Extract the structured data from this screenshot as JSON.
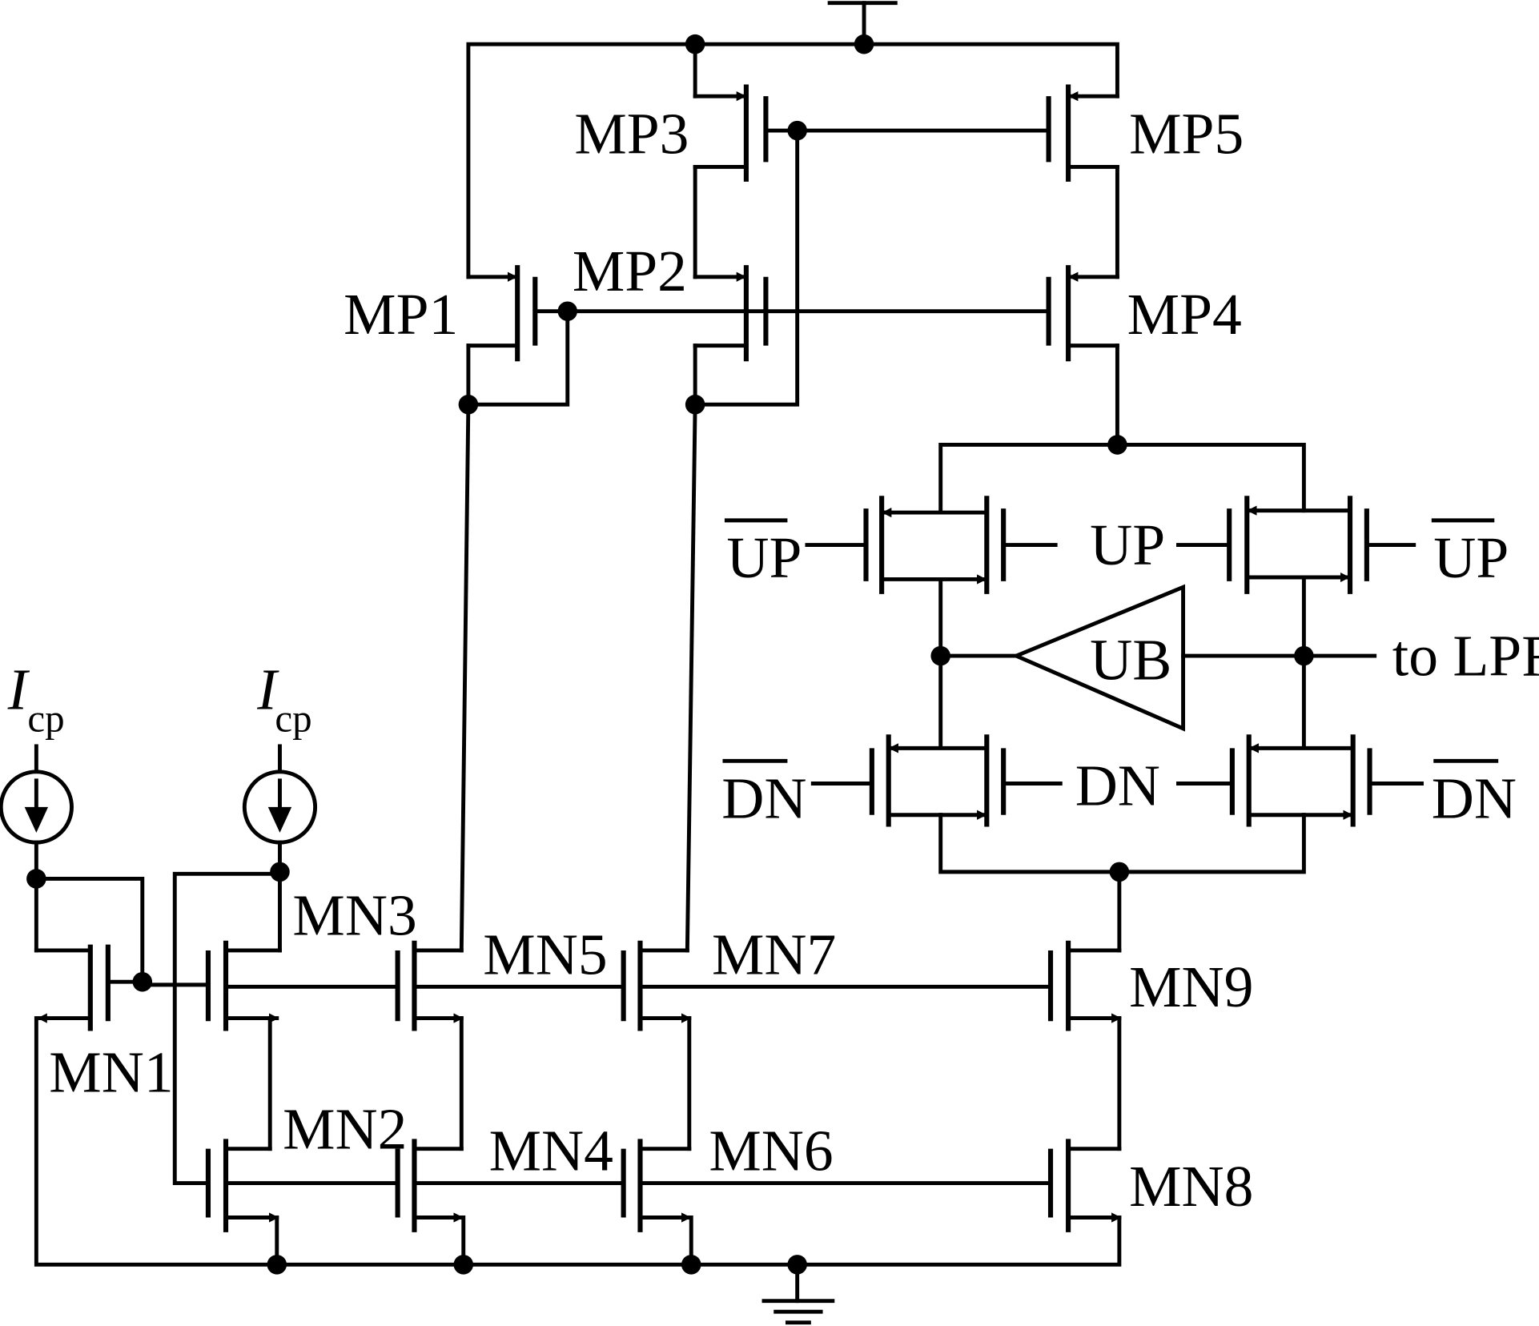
{
  "transistors": {
    "mp1": "MP1",
    "mp2": "MP2",
    "mp3": "MP3",
    "mp4": "MP4",
    "mp5": "MP5",
    "mn1": "MN1",
    "mn2": "MN2",
    "mn3": "MN3",
    "mn4": "MN4",
    "mn5": "MN5",
    "mn6": "MN6",
    "mn7": "MN7",
    "mn8": "MN8",
    "mn9": "MN9"
  },
  "signals": {
    "up": "UP",
    "up_bar": "UP",
    "up_bar_right": "UP",
    "dn": "DN",
    "dn_bar": "DN",
    "dn_bar_right": "DN",
    "output": "to LPF"
  },
  "current_sources": {
    "symbol": "I",
    "subscript": "cp"
  },
  "buffer": {
    "label": "UB"
  }
}
